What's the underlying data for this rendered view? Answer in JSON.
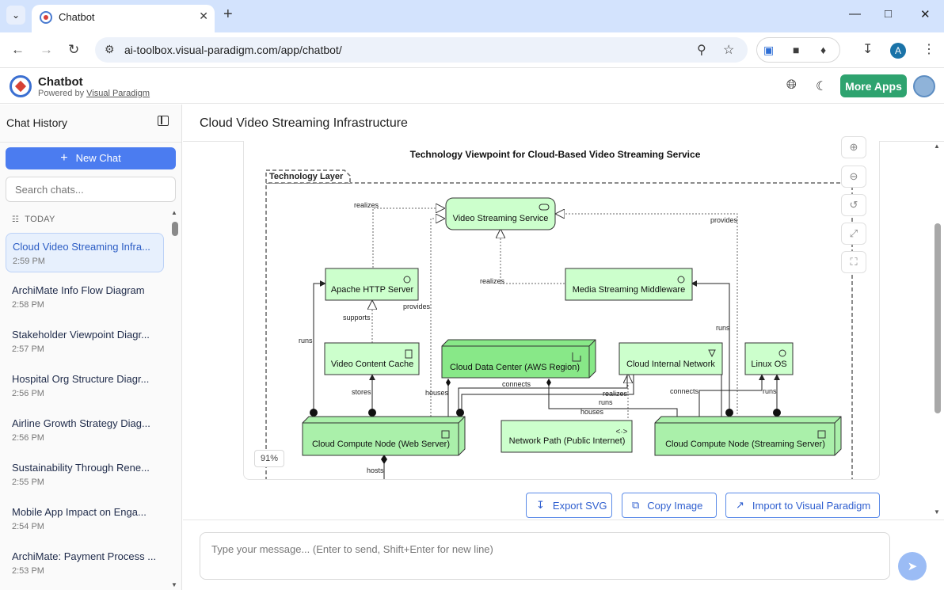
{
  "browser": {
    "tab_title": "Chatbot",
    "url": "ai-toolbox.visual-paradigm.com/app/chatbot/",
    "avatar_letter": "A"
  },
  "app": {
    "title": "Chatbot",
    "powered_prefix": "Powered by",
    "powered_link": "Visual Paradigm",
    "more_apps": "More Apps"
  },
  "sidebar": {
    "title": "Chat History",
    "new_chat": "New Chat",
    "search_placeholder": "Search chats...",
    "group_label": "TODAY",
    "items": [
      {
        "name": "Cloud Video Streaming Infra...",
        "time": "2:59 PM"
      },
      {
        "name": "ArchiMate Info Flow Diagram",
        "time": "2:58 PM"
      },
      {
        "name": "Stakeholder Viewpoint Diagr...",
        "time": "2:57 PM"
      },
      {
        "name": "Hospital Org Structure Diagr...",
        "time": "2:56 PM"
      },
      {
        "name": "Airline Growth Strategy Diag...",
        "time": "2:56 PM"
      },
      {
        "name": "Sustainability Through Rene...",
        "time": "2:55 PM"
      },
      {
        "name": "Mobile App Impact on Enga...",
        "time": "2:54 PM"
      },
      {
        "name": "ArchiMate: Payment Process ...",
        "time": "2:53 PM"
      }
    ]
  },
  "main": {
    "title": "Cloud Video Streaming Infrastructure",
    "zoom": "91%",
    "actions": {
      "export_svg": "Export SVG",
      "copy_image": "Copy Image",
      "import_vp": "Import to Visual Paradigm"
    },
    "input_placeholder": "Type your message... (Enter to send, Shift+Enter for new line)"
  },
  "diagram": {
    "title": "Technology Viewpoint for Cloud-Based Video Streaming Service",
    "layer": "Technology Layer",
    "nodes": {
      "service": "Video Streaming Service",
      "apache": "Apache HTTP Server",
      "middleware": "Media Streaming Middleware",
      "cache": "Video Content Cache",
      "datacenter": "Cloud Data Center (AWS Region)",
      "internal_net": "Cloud Internal Network",
      "linux": "Linux OS",
      "web_node": "Cloud Compute Node (Web Server)",
      "net_path": "Network Path (Public Internet)",
      "stream_node": "Cloud Compute Node (Streaming Server)"
    },
    "edges": {
      "realizes_1": "realizes",
      "provides_1": "provides",
      "realizes_2": "realizes",
      "provides_2": "provides",
      "supports": "supports",
      "runs_1": "runs",
      "runs_2": "runs",
      "stores": "stores",
      "houses_1": "houses",
      "connects_1": "connects",
      "realizes_3": "realizes",
      "connects_2": "connects",
      "runs_3": "runs",
      "runs_4": "runs",
      "houses_2": "houses",
      "hosts": "hosts"
    },
    "colors": {
      "element_fill": "#ccffcc",
      "node_fill": "#aaf0aa",
      "datacenter_fill": "#88e888",
      "stroke": "#333333"
    }
  }
}
